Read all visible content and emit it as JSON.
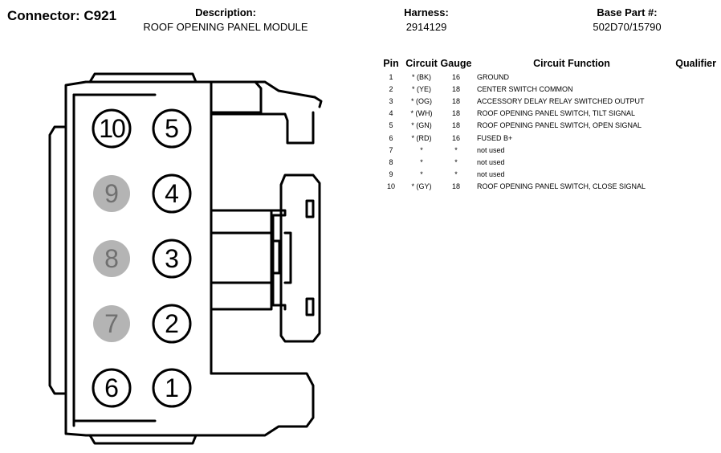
{
  "header": {
    "connector_label": "Connector: C921",
    "description_label": "Description:",
    "description_value": "ROOF OPENING PANEL MODULE",
    "harness_label": "Harness:",
    "harness_value": "2914129",
    "base_part_label": "Base Part #:",
    "base_part_value": "502D70/15790"
  },
  "table": {
    "headers": {
      "pin": "Pin",
      "circuit": "Circuit",
      "gauge": "Gauge",
      "function": "Circuit Function",
      "qualifier": "Qualifier"
    },
    "rows": [
      {
        "pin": "1",
        "circuit": "* (BK)",
        "gauge": "16",
        "function": "GROUND"
      },
      {
        "pin": "2",
        "circuit": "* (YE)",
        "gauge": "18",
        "function": "CENTER SWITCH COMMON"
      },
      {
        "pin": "3",
        "circuit": "* (OG)",
        "gauge": "18",
        "function": "ACCESSORY DELAY RELAY SWITCHED OUTPUT"
      },
      {
        "pin": "4",
        "circuit": "* (WH)",
        "gauge": "18",
        "function": "ROOF OPENING PANEL SWITCH, TILT SIGNAL"
      },
      {
        "pin": "5",
        "circuit": "* (GN)",
        "gauge": "18",
        "function": "ROOF OPENING PANEL SWITCH, OPEN SIGNAL"
      },
      {
        "pin": "6",
        "circuit": "* (RD)",
        "gauge": "16",
        "function": "FUSED B+"
      },
      {
        "pin": "7",
        "circuit": "*",
        "gauge": "*",
        "function": "not used"
      },
      {
        "pin": "8",
        "circuit": "*",
        "gauge": "*",
        "function": "not used"
      },
      {
        "pin": "9",
        "circuit": "*",
        "gauge": "*",
        "function": "not used"
      },
      {
        "pin": "10",
        "circuit": "* (GY)",
        "gauge": "18",
        "function": "ROOF OPENING PANEL SWITCH, CLOSE SIGNAL"
      }
    ]
  },
  "connector": {
    "pins": [
      {
        "label": "10",
        "used": true
      },
      {
        "label": "5",
        "used": true
      },
      {
        "label": "9",
        "used": false
      },
      {
        "label": "4",
        "used": true
      },
      {
        "label": "8",
        "used": false
      },
      {
        "label": "3",
        "used": true
      },
      {
        "label": "7",
        "used": false
      },
      {
        "label": "2",
        "used": true
      },
      {
        "label": "6",
        "used": true
      },
      {
        "label": "1",
        "used": true
      }
    ],
    "colors": {
      "used_fill": "#ffffff",
      "unused_fill": "#b4b4b4",
      "used_text": "#000000",
      "unused_text": "#707070",
      "outline": "#000000"
    }
  }
}
